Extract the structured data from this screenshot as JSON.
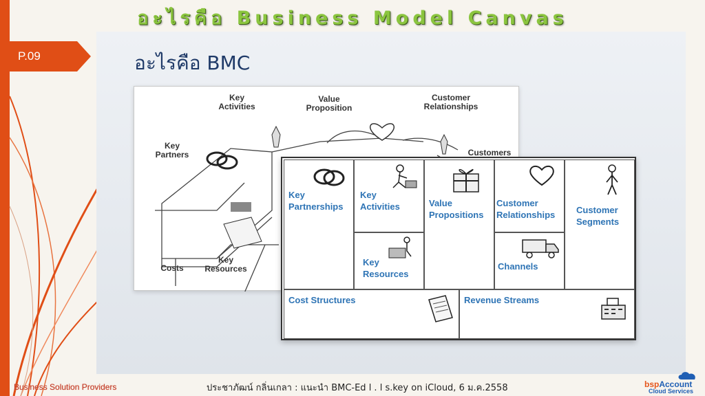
{
  "slide_title": "อะไรคือ Business Model Canvas",
  "page_label": "P.09",
  "content_heading": "อะไรคือ BMC",
  "sketch_labels": {
    "key_activities": "Key\nActivities",
    "value_proposition": "Value\nProposition",
    "customer_relationships": "Customer\nRelationships",
    "key_partners": "Key\nPartners",
    "customers": "Customers",
    "costs": "Costs",
    "key_resources": "Key\nResources"
  },
  "bmc": {
    "key_partnerships": "Key\nPartnerships",
    "key_activities": "Key\nActivities",
    "value_propositions": "Value\nPropositions",
    "customer_relationships": "Customer\nRelationships",
    "customer_segments": "Customer\nSegments",
    "key_resources": "Key\nResources",
    "channels": "Channels",
    "cost_structures": "Cost Structures",
    "revenue_streams": "Revenue Streams"
  },
  "footer": {
    "left": "Business Solution Providers",
    "center": "ประชาภัฒน์ กลิ่นเกลา : แนะนำ BMC-Ed l . l s.key on iCloud, 6 ม.ค.2558"
  },
  "brand": {
    "name_part1": "bsp",
    "name_part2": "Account",
    "subtitle": "Cloud Services"
  },
  "colors": {
    "accent_orange": "#e04e16",
    "title_green": "#8bc53f",
    "heading_blue": "#1f3a68",
    "bmc_label_blue": "#2e74b5"
  }
}
